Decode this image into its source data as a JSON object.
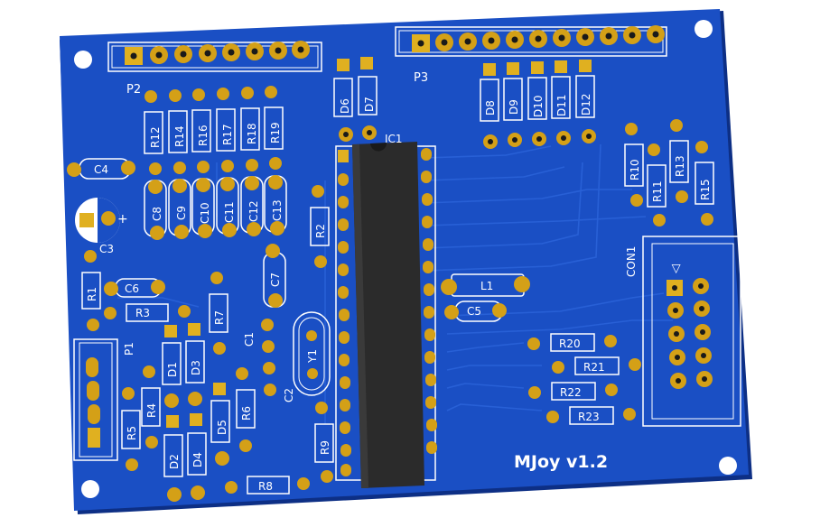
{
  "board": {
    "title": "MJoy v1.2",
    "colors": {
      "substrate": "#1a4fc4",
      "substrate_edge": "#0d2f85",
      "trace": "#2a62d8",
      "silkscreen": "#ffffff",
      "pad": "#d4a017",
      "pad_square": "#e0b020",
      "ic_body": "#2b2b2b",
      "cap_body": "#1a1a1a"
    }
  },
  "labels": {
    "P1": "P1",
    "P2": "P2",
    "P3": "P3",
    "IC1": "IC1",
    "CON1": "CON1",
    "C1": "C1",
    "C2": "C2",
    "C3": "C3",
    "C4": "C4",
    "C5": "C5",
    "C6": "C6",
    "C7": "C7",
    "C8": "C8",
    "C9": "C9",
    "C10": "C10",
    "C11": "C11",
    "C12": "C12",
    "C13": "C13",
    "R1": "R1",
    "R2": "R2",
    "R3": "R3",
    "R4": "R4",
    "R5": "R5",
    "R6": "R6",
    "R7": "R7",
    "R8": "R8",
    "R9": "R9",
    "R10": "R10",
    "R11": "R11",
    "R12": "R12",
    "R13": "R13",
    "R14": "R14",
    "R15": "R15",
    "R16": "R16",
    "R17": "R17",
    "R18": "R18",
    "R19": "R19",
    "R20": "R20",
    "R21": "R21",
    "R22": "R22",
    "R23": "R23",
    "D1": "D1",
    "D2": "D2",
    "D3": "D3",
    "D4": "D4",
    "D5": "D5",
    "D6": "D6",
    "D7": "D7",
    "D8": "D8",
    "D9": "D9",
    "D10": "D10",
    "D11": "D11",
    "D12": "D12",
    "Y1": "Y1",
    "L1": "L1",
    "pin_plus": "+",
    "pin_arrow": "◁"
  }
}
